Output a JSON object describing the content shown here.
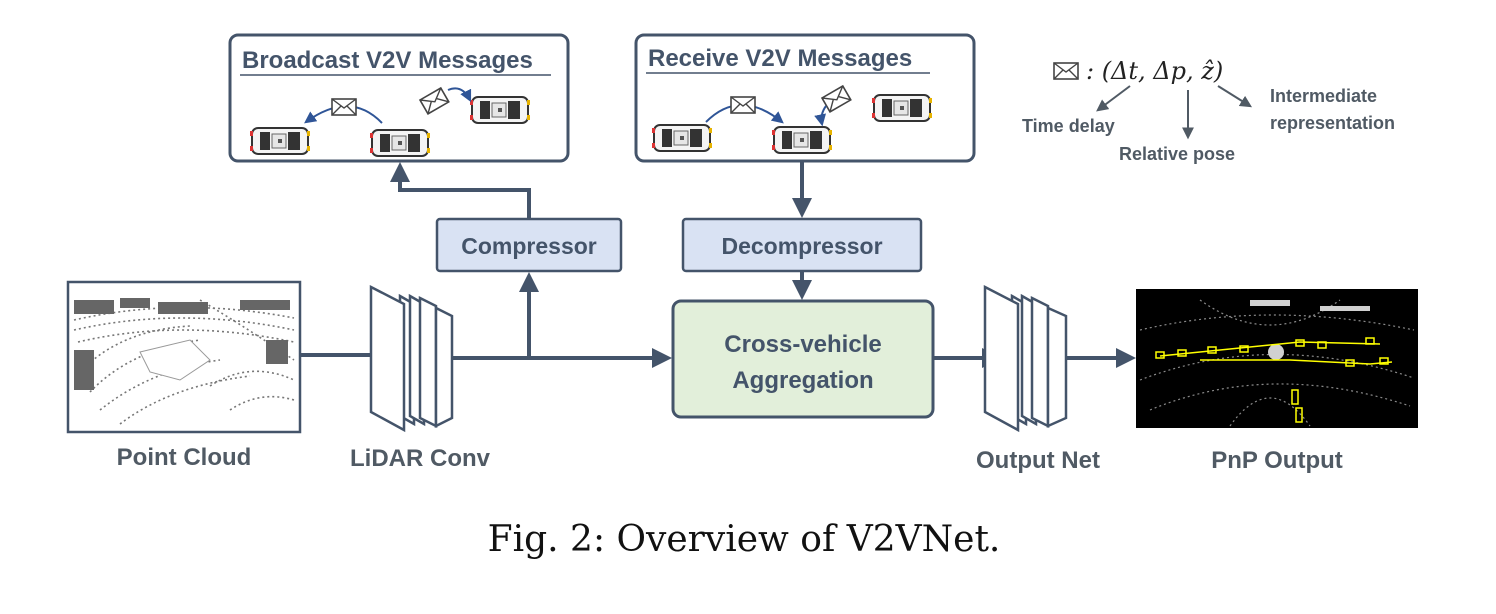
{
  "broadcast": {
    "title": "Broadcast V2V Messages"
  },
  "receive": {
    "title": "Receive V2V Messages"
  },
  "legend": {
    "formula": ": (Δt, Δp, ẑ)",
    "time_delay": "Time delay",
    "relative_pose": "Relative pose",
    "intermediate_line1": "Intermediate",
    "intermediate_line2": "representation"
  },
  "blocks": {
    "compressor": "Compressor",
    "decompressor": "Decompressor",
    "aggregation_line1": "Cross-vehicle",
    "aggregation_line2": "Aggregation"
  },
  "labels": {
    "point_cloud": "Point Cloud",
    "lidar_conv": "LiDAR Conv",
    "output_net": "Output Net",
    "pnp_output": "PnP Output"
  },
  "caption": "Fig. 2: Overview of V2VNet.",
  "colors": {
    "arrow": "#44546a",
    "light_box": "#d9e2f3",
    "green_box": "#e2efda",
    "text": "#505a64"
  }
}
